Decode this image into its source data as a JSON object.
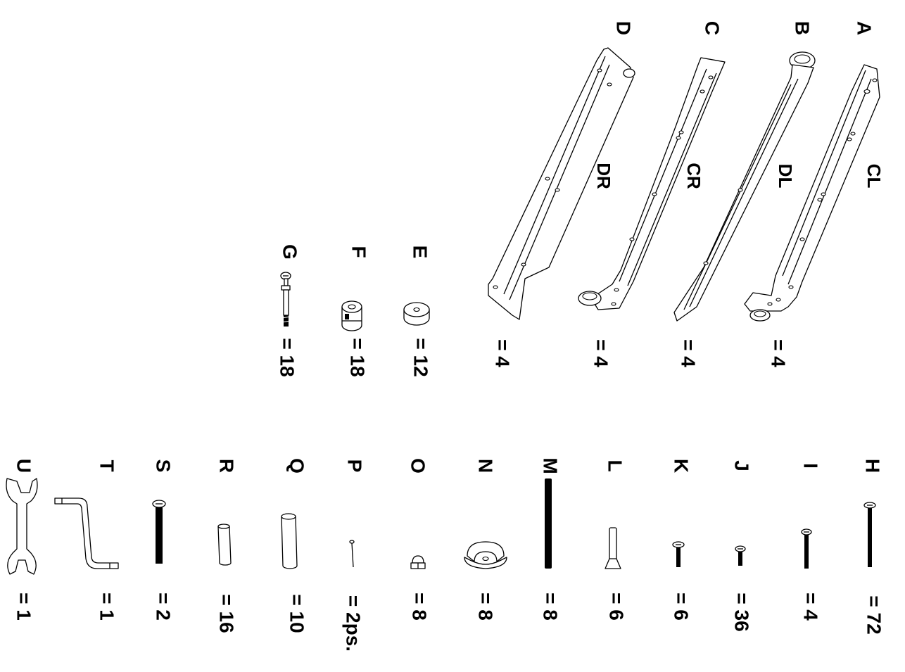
{
  "parts": [
    {
      "letter": "A",
      "name": "CL",
      "qty": "= 4"
    },
    {
      "letter": "B",
      "name": "DL",
      "qty": "= 4"
    },
    {
      "letter": "C",
      "name": "CR",
      "qty": "= 4"
    },
    {
      "letter": "D",
      "name": "DR",
      "qty": "= 4"
    },
    {
      "letter": "E",
      "qty": "= 12"
    },
    {
      "letter": "F",
      "qty": "= 18"
    },
    {
      "letter": "G",
      "qty": "= 18"
    },
    {
      "letter": "H",
      "qty": "= 72"
    },
    {
      "letter": "I",
      "qty": "= 4"
    },
    {
      "letter": "J",
      "qty": "= 36"
    },
    {
      "letter": "K",
      "qty": "= 6"
    },
    {
      "letter": "L",
      "qty": "= 6"
    },
    {
      "letter": "M",
      "qty": "= 8"
    },
    {
      "letter": "N",
      "qty": "= 8"
    },
    {
      "letter": "O",
      "qty": "= 8"
    },
    {
      "letter": "P",
      "qty": "= 2ps."
    },
    {
      "letter": "Q",
      "qty": "= 10"
    },
    {
      "letter": "R",
      "qty": "= 16"
    },
    {
      "letter": "S",
      "qty": "= 2"
    },
    {
      "letter": "T",
      "qty": "= 1"
    },
    {
      "letter": "U",
      "qty": "= 1"
    }
  ]
}
